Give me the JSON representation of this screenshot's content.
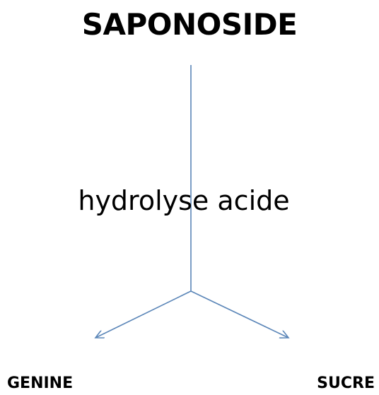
{
  "reactant": {
    "label": "SAPONOSIDE"
  },
  "reaction": {
    "label": "hydrolyse acide"
  },
  "products": {
    "left": "GENINE",
    "right": "SUCRE"
  },
  "colors": {
    "arrow": "#5b86b8",
    "text": "#000000"
  }
}
